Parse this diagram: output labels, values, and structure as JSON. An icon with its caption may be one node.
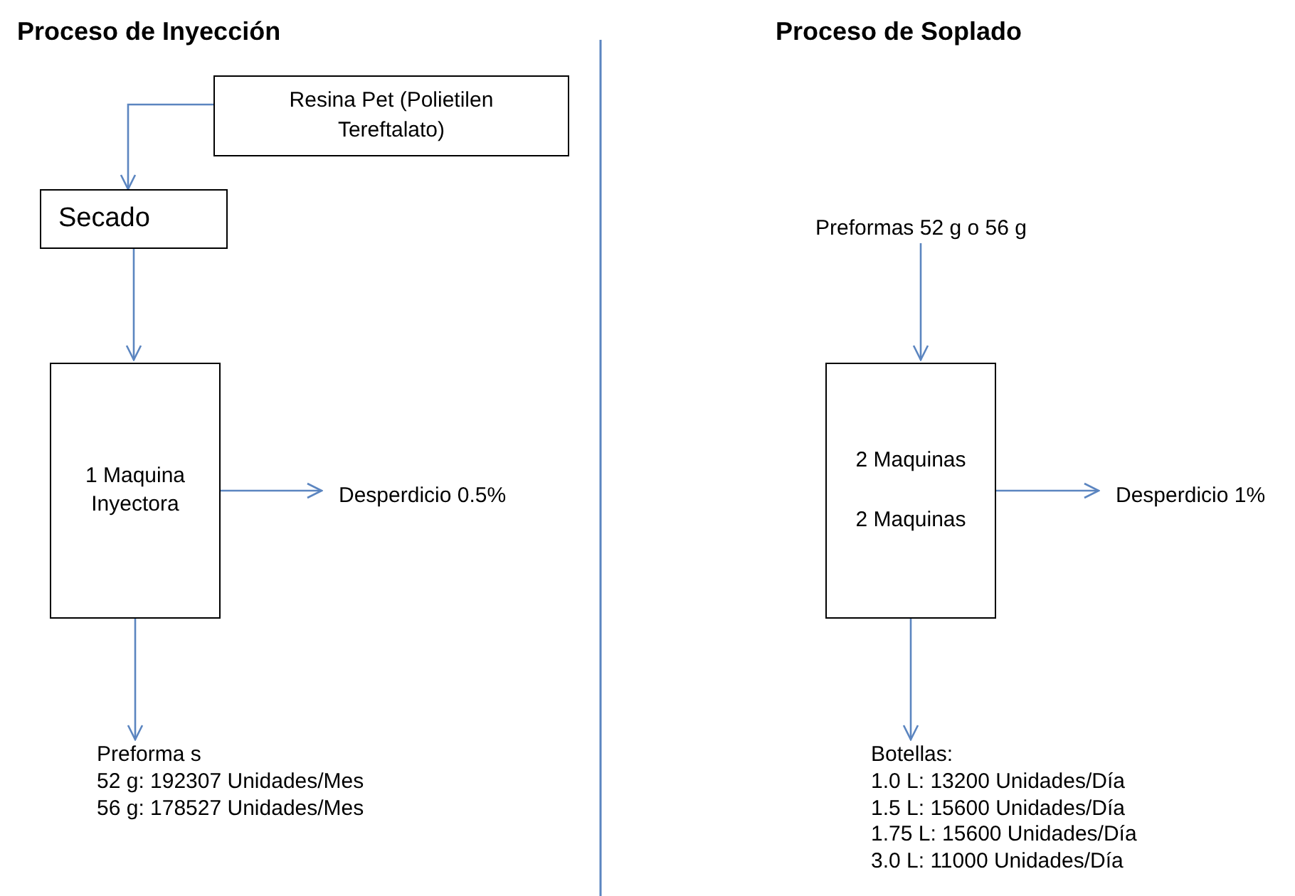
{
  "diagram": {
    "nodes": [
      {
        "text": [
          "Resina Pet (Polietilen Tereftalato)"
        ]
      },
      {
        "text": [
          "Secado"
        ]
      },
      {
        "text": [
          "1 Maquina Inyectora"
        ]
      },
      {
        "text": [
          "Desperdicio 0.5%"
        ]
      },
      {
        "text": [
          "Preforma s",
          "52 g: 192307 Unidades/Mes",
          "56 g: 178527 Unidades/Mes"
        ]
      },
      {
        "text": [
          "Preformas 52 g o 56 g"
        ]
      },
      {
        "text": [
          "2 Maquinas",
          "2 Maquinas"
        ]
      },
      {
        "text": [
          "Desperdicio 1%"
        ]
      },
      {
        "text": [
          "Botellas:",
          "1.0 L: 13200 Unidades/Día",
          "1.5 L: 15600 Unidades/Día",
          "1.75 L: 15600 Unidades/Día",
          "3.0 L: 11000 Unidades/Día"
        ]
      }
    ],
    "edges": [
      {
        "from": 0,
        "to": 1,
        "arrow": "to"
      },
      {
        "from": 1,
        "to": 2,
        "arrow": "to"
      },
      {
        "from": 2,
        "to": 3,
        "arrow": "to"
      },
      {
        "from": 2,
        "to": 4,
        "arrow": "to"
      },
      {
        "from": 5,
        "to": 6,
        "arrow": "to"
      },
      {
        "from": 6,
        "to": 7,
        "arrow": "to"
      },
      {
        "from": 6,
        "to": 8,
        "arrow": "to"
      }
    ],
    "labels": [
      "Proceso de Inyección",
      "Proceso de Soplado"
    ]
  }
}
